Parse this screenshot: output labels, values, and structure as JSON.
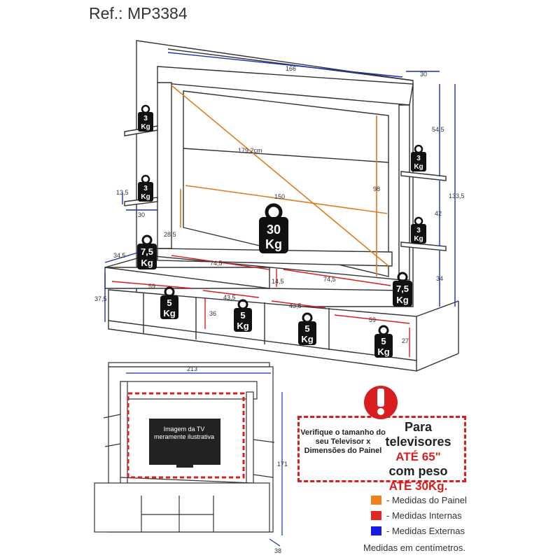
{
  "ref": "Ref.: MP3384",
  "dimensions": {
    "width_total": "166",
    "depth_panel": "30",
    "height_upper": "54,5",
    "height_total": "133,5",
    "shelf_gap": "42",
    "lower_gap": "34",
    "screen_diag": "179,2cm",
    "screen_width": "150",
    "screen_height": "98",
    "shelf_depth": "13,5",
    "shelf_width": "30",
    "side_height": "28,5",
    "rack_depth": "34,5",
    "rack_height": "37,5",
    "niche_a": "74,5",
    "niche_b": "74,5",
    "niche_gap": "14,5",
    "drawer_a": "59",
    "drawer_b": "43,5",
    "drawer_c": "43,5",
    "drawer_d": "59",
    "drawer_height": "36",
    "drawer_side": "27",
    "overall_width": "213",
    "overall_height": "171",
    "overall_depth": "38"
  },
  "weights": {
    "shelf_top_left": [
      "3",
      "Kg"
    ],
    "shelf_mid_left": [
      "3",
      "Kg"
    ],
    "shelf_top_right": [
      "3",
      "Kg"
    ],
    "shelf_low_right": [
      "3",
      "Kg"
    ],
    "panel": [
      "30",
      "Kg"
    ],
    "base_left": [
      "7,5",
      "Kg"
    ],
    "base_right": [
      "7,5",
      "Kg"
    ],
    "niche_1": [
      "5",
      "Kg"
    ],
    "niche_2": [
      "5",
      "Kg"
    ],
    "niche_3": [
      "5",
      "Kg"
    ],
    "niche_4": [
      "5",
      "Kg"
    ]
  },
  "tv_note": "Imagem da TV meramente ilustrativa",
  "warning": {
    "left_text": "Verifique o tamanho do seu Televisor x Dimensões do Painel",
    "right_line1": "Para televisores",
    "right_line2": "ATÉ 65\"",
    "right_line3": "com peso",
    "right_line4": "ATÉ 30Kg."
  },
  "legend": [
    {
      "label": "- Medidas do Painel",
      "color": "#f07f1e"
    },
    {
      "label": "- Medidas Internas",
      "color": "#e3261f"
    },
    {
      "label": "- Medidas Externas",
      "color": "#1a1ae6"
    }
  ],
  "note": "Medidas em centímetros.",
  "colors": {
    "panel": "#e07a1e",
    "internal": "#d81e1e",
    "external": "#1a2fb8",
    "weight": "#111111"
  }
}
